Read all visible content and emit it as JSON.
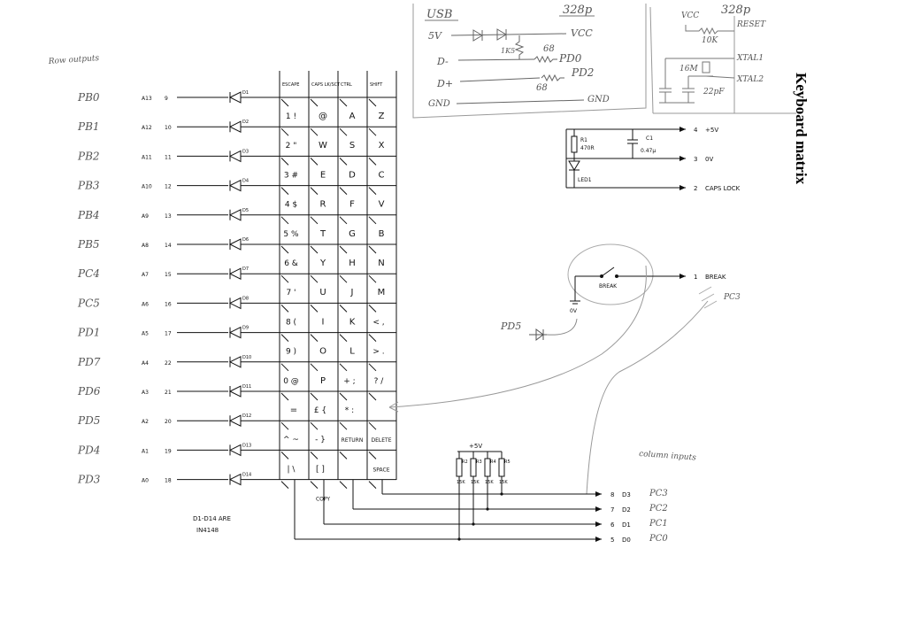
{
  "title": "Keyboard matrix",
  "row_outputs_label": "Row outputs",
  "column_inputs_label": "column inputs",
  "rows": [
    {
      "port": "PB0",
      "pin": "A13",
      "num": "9",
      "diode": "D1"
    },
    {
      "port": "PB1",
      "pin": "A12",
      "num": "10",
      "diode": "D2"
    },
    {
      "port": "PB2",
      "pin": "A11",
      "num": "11",
      "diode": "D3"
    },
    {
      "port": "PB3",
      "pin": "A10",
      "num": "12",
      "diode": "D4"
    },
    {
      "port": "PB4",
      "pin": "A9",
      "num": "13",
      "diode": "D5"
    },
    {
      "port": "PB5",
      "pin": "A8",
      "num": "14",
      "diode": "D6"
    },
    {
      "port": "PC4",
      "pin": "A7",
      "num": "15",
      "diode": "D7"
    },
    {
      "port": "PC5",
      "pin": "A6",
      "num": "16",
      "diode": "D8"
    },
    {
      "port": "PD1",
      "pin": "A5",
      "num": "17",
      "diode": "D9"
    },
    {
      "port": "PD7",
      "pin": "A4",
      "num": "22",
      "diode": "D10"
    },
    {
      "port": "PD6",
      "pin": "A3",
      "num": "21",
      "diode": "D11"
    },
    {
      "port": "PD5",
      "pin": "A2",
      "num": "20",
      "diode": "D12"
    },
    {
      "port": "PD4",
      "pin": "A1",
      "num": "19",
      "diode": "D13"
    },
    {
      "port": "PD3",
      "pin": "A0",
      "num": "18",
      "diode": "D14"
    }
  ],
  "diode_note": [
    "D1-D14 ARE",
    "IN4148"
  ],
  "column_headers": [
    "ESCAPE",
    "CAPS LK/SCT",
    "CTRL",
    "SHIFT"
  ],
  "keys": [
    [
      "1 !",
      "@",
      "A",
      "Z"
    ],
    [
      "2 \"",
      "W",
      "S",
      "X"
    ],
    [
      "3 #",
      "E",
      "D",
      "C"
    ],
    [
      "4 $",
      "R",
      "F",
      "V"
    ],
    [
      "5 %",
      "T",
      "G",
      "B"
    ],
    [
      "6 &",
      "Y",
      "H",
      "N"
    ],
    [
      "7 '",
      "U",
      "J",
      "M"
    ],
    [
      "8 (",
      "I",
      "K",
      "< ,"
    ],
    [
      "9 )",
      "O",
      "L",
      "> ."
    ],
    [
      "0 @",
      "P",
      "+ ;",
      "? /"
    ],
    [
      "=",
      "£ {",
      "* :",
      ""
    ],
    [
      "^ ~",
      "- }",
      "RETURN",
      "DELETE"
    ],
    [
      "| \\",
      "[ ]",
      "",
      "SPACE"
    ],
    [
      "",
      "COPY",
      "",
      ""
    ]
  ],
  "usb": {
    "title": "USB",
    "chip": "328p",
    "lines": [
      {
        "left": "5V",
        "right": "VCC"
      },
      {
        "left": "D-",
        "right": "PD0",
        "res": "68",
        "pull": "1K5"
      },
      {
        "left": "D+",
        "right": "PD2",
        "res": "68"
      },
      {
        "left": "GND",
        "right": "GND"
      }
    ]
  },
  "osc": {
    "chip": "328p",
    "vcc": "VCC",
    "reset": "RESET",
    "res": "10K",
    "crystal": "16M",
    "cap": "22pF",
    "xtal1": "XTAL1",
    "xtal2": "XTAL2"
  },
  "power": {
    "r1": "R1",
    "r1_val": "470R",
    "c1": "C1",
    "c1_val": "0.47µ",
    "led": "LED1",
    "out": [
      {
        "num": "4",
        "label": "+5V"
      },
      {
        "num": "3",
        "label": "0V"
      },
      {
        "num": "2",
        "label": "CAPS LOCK"
      }
    ]
  },
  "break": {
    "label": "BREAK",
    "gnd": "0V",
    "out_num": "1",
    "out_label": "BREAK",
    "pd5": "PD5",
    "pc3": "PC3"
  },
  "pullups": {
    "supply": "+5V",
    "res": [
      "R2",
      "R3",
      "R4",
      "R5"
    ],
    "val": "15K"
  },
  "columns": [
    {
      "num": "8",
      "pin": "D3",
      "port": "PC3"
    },
    {
      "num": "7",
      "pin": "D2",
      "port": "PC2"
    },
    {
      "num": "6",
      "pin": "D1",
      "port": "PC1"
    },
    {
      "num": "5",
      "pin": "D0",
      "port": "PC0"
    }
  ]
}
